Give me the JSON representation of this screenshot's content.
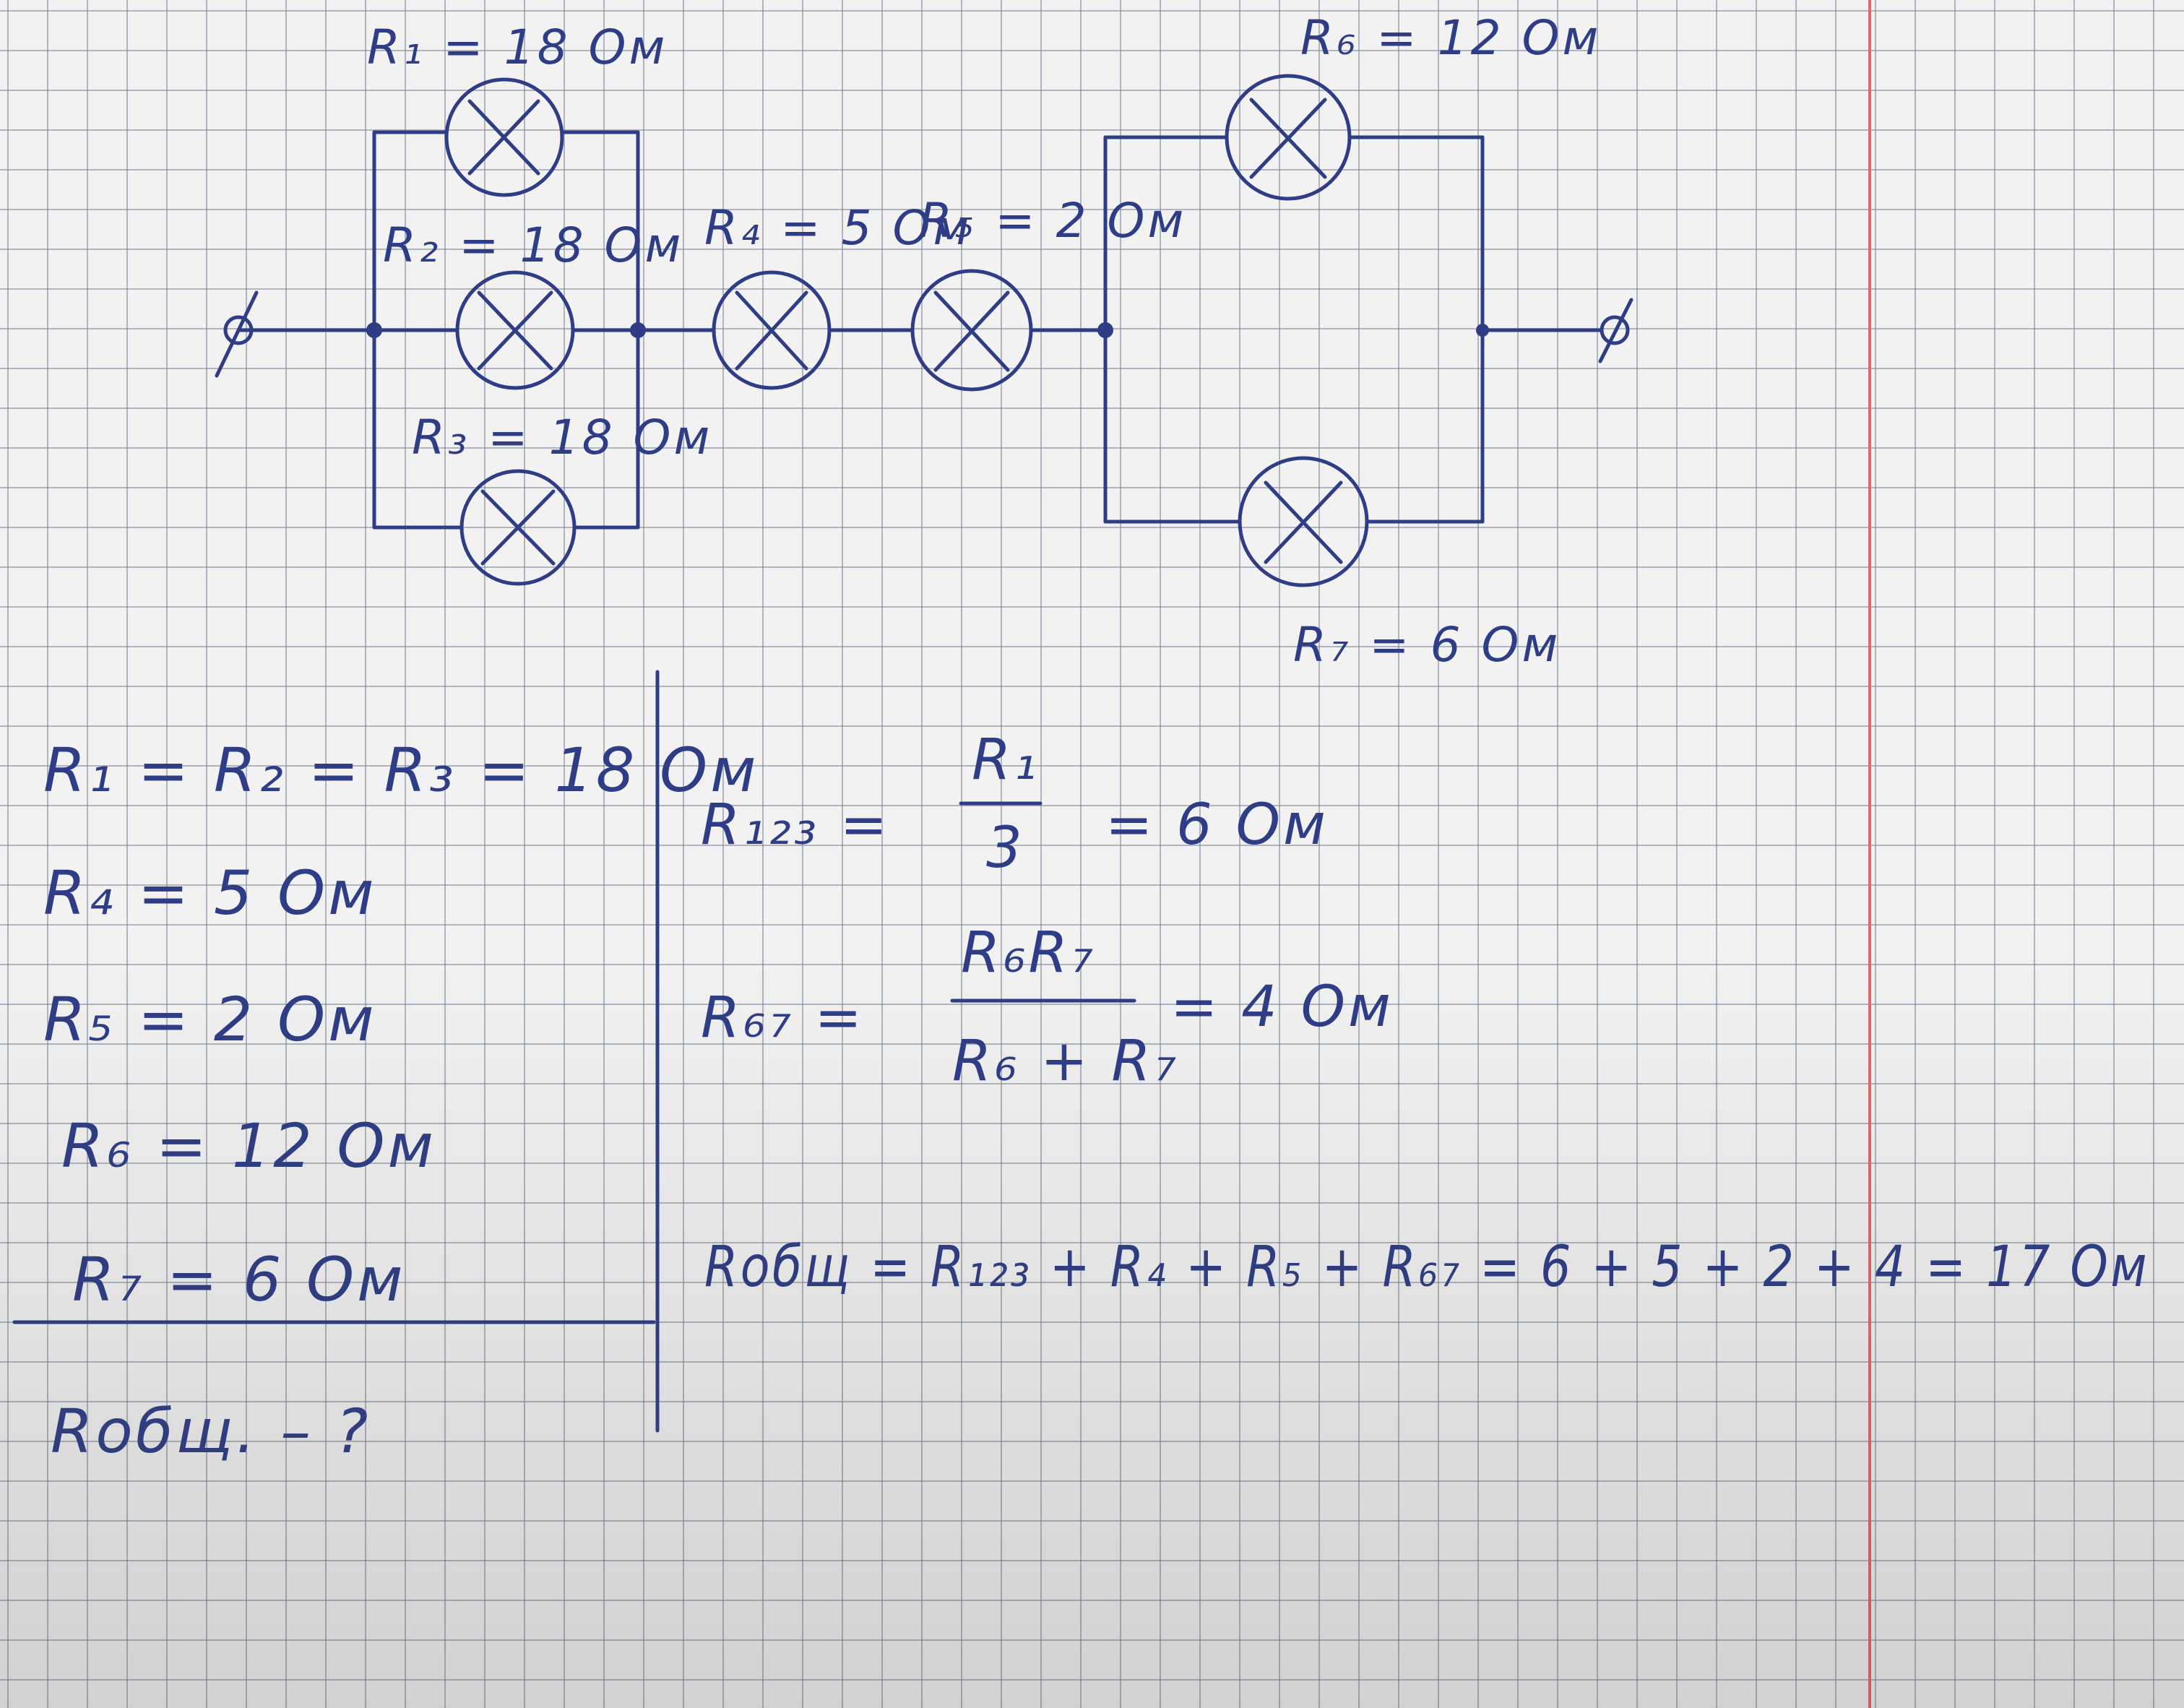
{
  "diagram": {
    "labels": {
      "r1": "R₁ = 18 Ом",
      "r2": "R₂ = 18 Ом",
      "r3": "R₃ = 18 Ом",
      "r4": "R₄ = 5 Ом",
      "r5": "R₅ = 2 Ом",
      "r6": "R₆ = 12 Ом",
      "r7": "R₇ = 6 Ом"
    }
  },
  "given": [
    "R₁ = R₂ = R₃ = 18 Ом",
    "R₄ = 5 Ом",
    "R₅ = 2 Ом",
    "R₆ = 12 Ом",
    "R₇ = 6 Ом"
  ],
  "find": "Rобщ. – ?",
  "solution": {
    "r123_lhs": "R₁₂₃ =",
    "r123_num": "R₁",
    "r123_den": "3",
    "r123_rhs": "= 6 Ом",
    "r67_lhs": "R₆₇ =",
    "r67_num": "R₆R₇",
    "r67_den": "R₆ + R₇",
    "r67_rhs": "= 4 Ом",
    "total": "Rобщ = R₁₂₃ + R₄ + R₅ + R₆₇ = 6 + 5 + 2 + 4 = 17 Ом"
  }
}
